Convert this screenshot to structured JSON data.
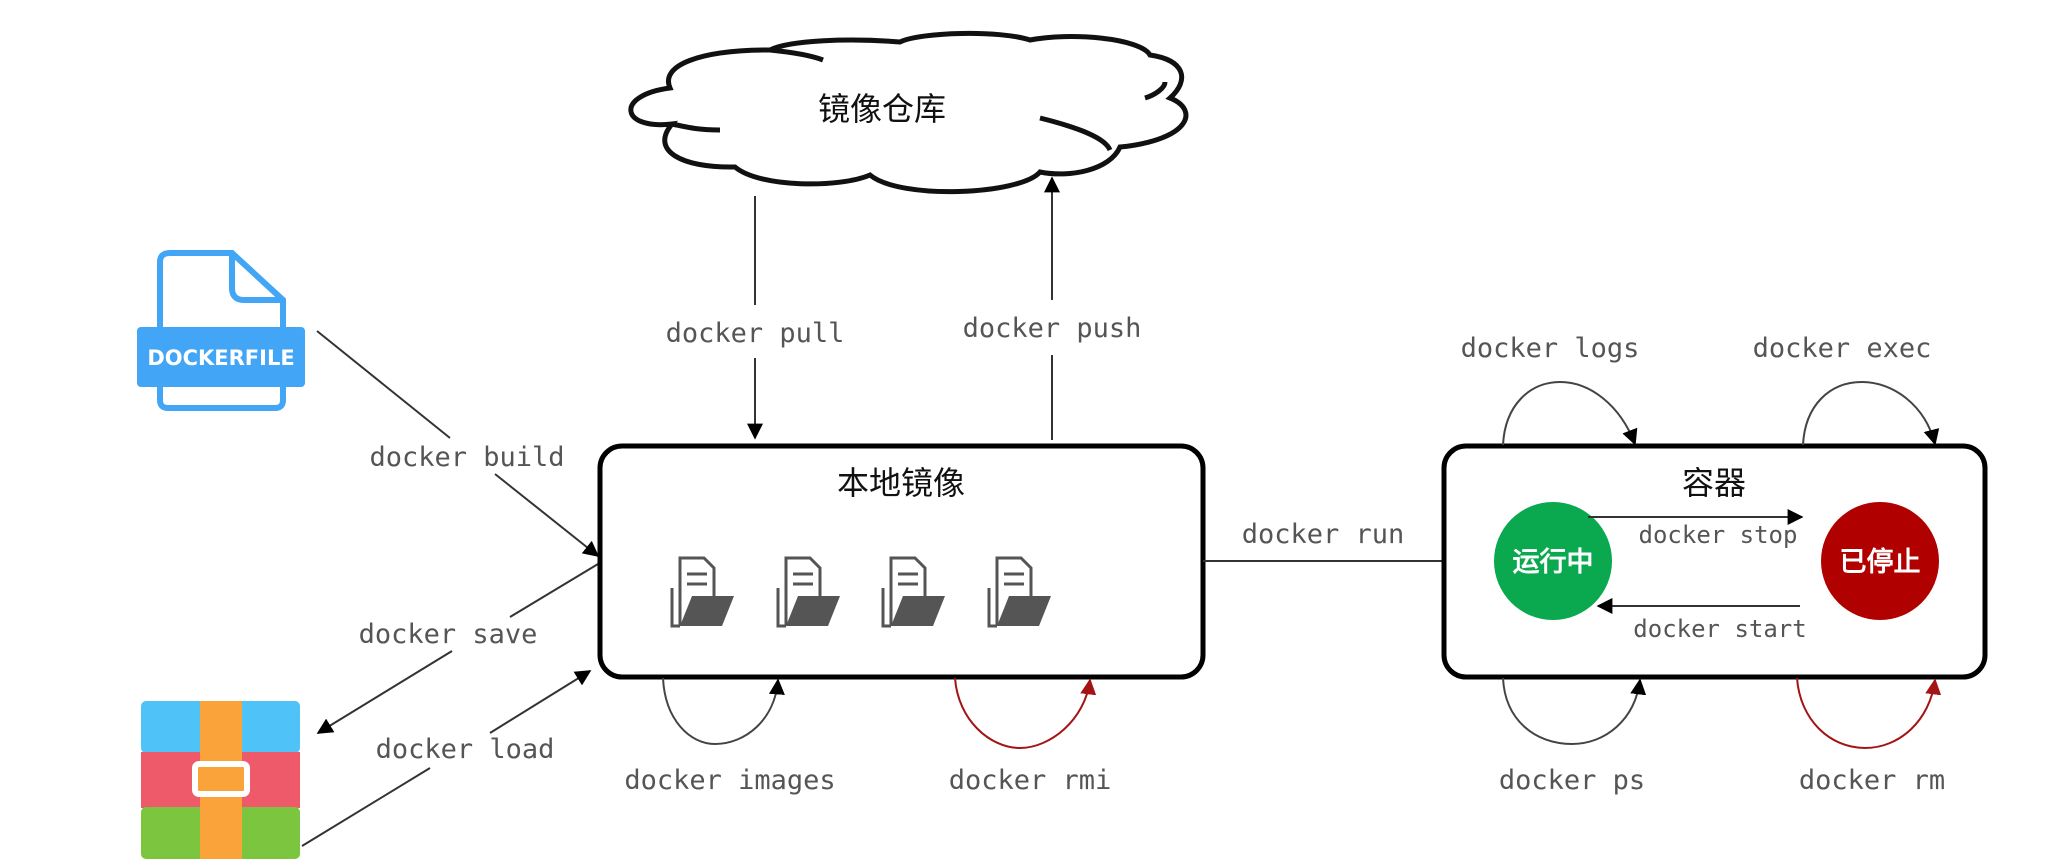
{
  "registry": {
    "label": "镜像仓库",
    "icon": "cloud-icon"
  },
  "dockerfile": {
    "label": "DOCKERFILE",
    "icon": "dockerfile-icon",
    "color": "#42a5f5"
  },
  "archive": {
    "icon": "archive-icon",
    "colors": {
      "top": "#4fc3f7",
      "middle": "#ef5a6a",
      "bottom": "#7cc63f",
      "strap": "#f9a33a"
    }
  },
  "local_images": {
    "title": "本地镜像",
    "image_icons": [
      "image-folder-icon",
      "image-folder-icon",
      "image-folder-icon",
      "image-folder-icon"
    ]
  },
  "container": {
    "title": "容器",
    "states": {
      "running": {
        "label": "运行中",
        "color": "#0aa84f"
      },
      "stopped": {
        "label": "已停止",
        "color": "#b00000"
      }
    }
  },
  "commands": {
    "pull": "docker pull",
    "push": "docker push",
    "build": "docker build",
    "save": "docker save",
    "load": "docker load",
    "images": "docker images",
    "rmi": "docker rmi",
    "run": "docker run",
    "logs": "docker logs",
    "exec": "docker exec",
    "stop": "docker stop",
    "start": "docker start",
    "ps": "docker ps",
    "rm": "docker rm"
  },
  "colors": {
    "arrow": "#333333",
    "destructive": "#a31515",
    "box_border": "#000000"
  }
}
